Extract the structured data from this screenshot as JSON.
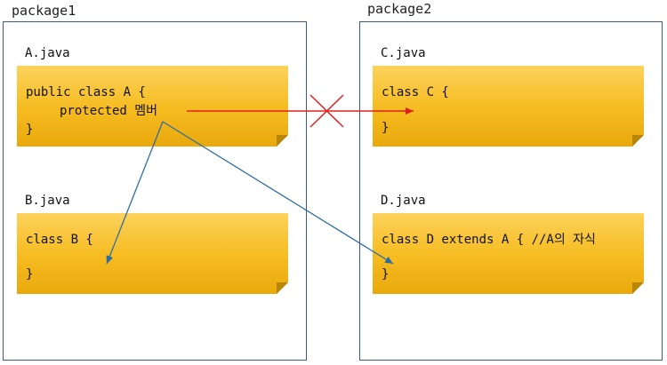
{
  "packages": [
    {
      "name": "package1"
    },
    {
      "name": "package2"
    }
  ],
  "files": {
    "a": {
      "filename": "A.java",
      "line1": "public class A {",
      "line2": "protected 멤버",
      "line3": "}"
    },
    "b": {
      "filename": "B.java",
      "line1": "class B {",
      "line2": "}"
    },
    "c": {
      "filename": "C.java",
      "line1": "class C {",
      "line2": "}"
    },
    "d": {
      "filename": "D.java",
      "line1": "class D extends A { //A의 자식",
      "line2": "}"
    }
  },
  "colors": {
    "note_fill": "#f5bb1f",
    "package_border": "#3c5a7a",
    "blocked_arrow": "#e02020",
    "access_arrow": "#2e6da4"
  },
  "icons": {
    "blocked": "x-mark-icon"
  }
}
